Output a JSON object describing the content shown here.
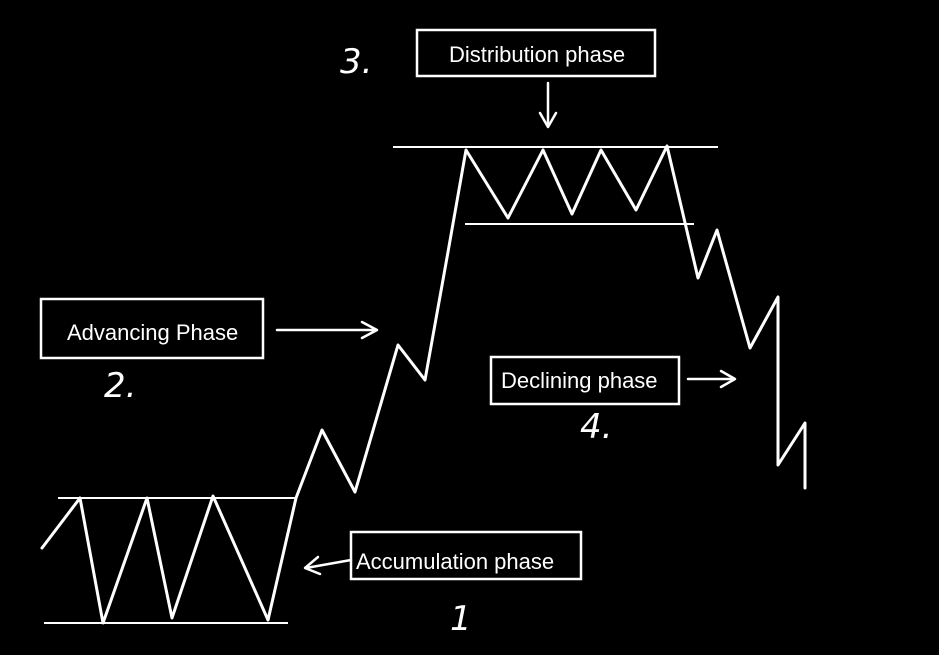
{
  "phases": {
    "accumulation": {
      "label": "Accumulation phase",
      "number": "1"
    },
    "advancing": {
      "label": "Advancing Phase",
      "number": "2."
    },
    "distribution": {
      "label": "Distribution phase",
      "number": "3."
    },
    "declining": {
      "label": "Declining phase",
      "number": "4."
    }
  },
  "colors": {
    "background": "#000000",
    "foreground": "#ffffff"
  }
}
